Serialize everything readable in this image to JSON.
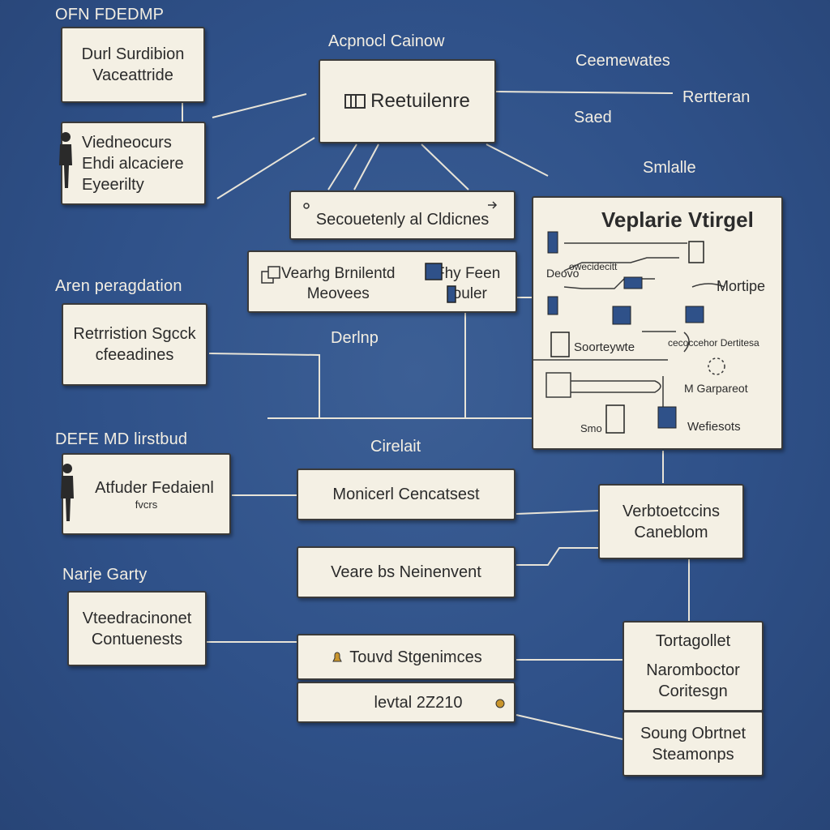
{
  "labels": {
    "top_left": "OFN FDEDMP",
    "top_center": "Acpnocl Cainow",
    "right_1": "Ceemewates",
    "right_2": "Rertteran",
    "right_3": "Saed",
    "right_4": "Smlalle",
    "mid_left": "Aren peragdation",
    "mid_center": "Derlnp",
    "lower_left": "DEFE MD lirstbud",
    "lower_center": "Cirelait",
    "bottom_left": "Narje Garty"
  },
  "boxes": {
    "b1": [
      "Durl Surdibion",
      "Vaceattride"
    ],
    "b2": [
      "Viedneocurs",
      "Ehdi alcaciere",
      "Eyeerilty"
    ],
    "b3": "Reetuilenre",
    "b4": "Secouetenly al Cldicnes",
    "b5_left": [
      "Vearhg Brnilentd",
      "Meovees"
    ],
    "b5_right": [
      "Fhy Feen",
      "Iouler"
    ],
    "b6": [
      "Retrristion Sgcck",
      "cfeeadines"
    ],
    "b7_title": "Atfuder Fedaienl",
    "b7_sub": "fvcrs",
    "b8": [
      "Vteedracinonet",
      "Contuenests"
    ],
    "b9": "Monicerl Cencatsest",
    "b10": "Veare bs Neinenvent",
    "b11": "Touvd Stgenimces",
    "b12": "levtal 2Z210",
    "b13": [
      "Verbtoetccins",
      "Caneblom"
    ],
    "b14": [
      "Tortagollet",
      "Naromboctor",
      "Coritesgn"
    ],
    "b15": [
      "Soung Obrtnet",
      "Steamonps"
    ]
  },
  "panel": {
    "title": "Veplarie Vtirgel",
    "items": {
      "i1": "owecidecitt",
      "i2": "Deovo",
      "i3": "Mortipe",
      "i4": "Soorteywte",
      "i5": "cecoccehor Dertitesa",
      "i6": "M Garpareot",
      "i7": "Smo",
      "i8": "Wefiesots"
    }
  }
}
